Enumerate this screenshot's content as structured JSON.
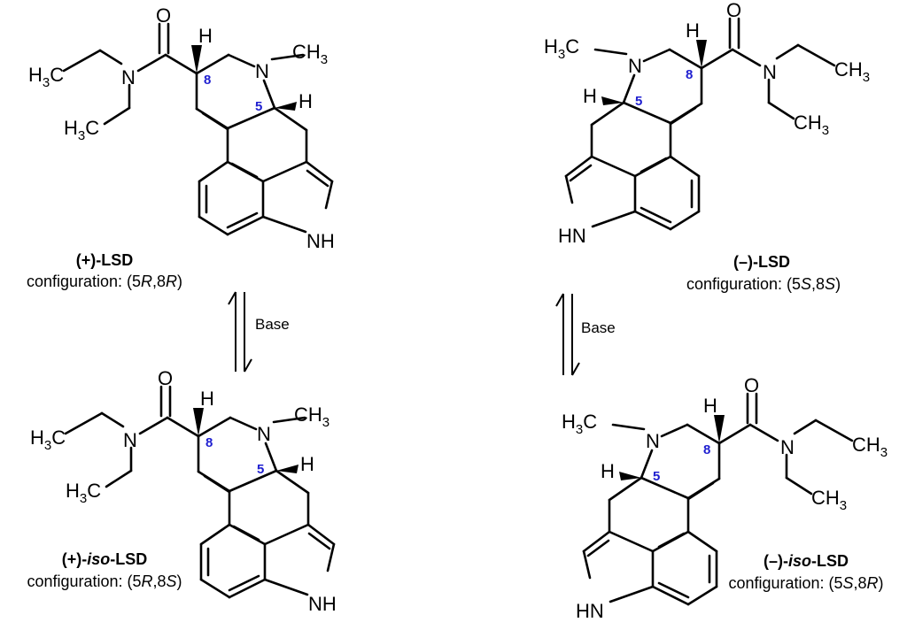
{
  "atoms": {
    "h": "H",
    "n": "N",
    "o": "O",
    "nh": "NH",
    "hn": "HN",
    "h3c_pre": "H",
    "h3c_sub": "3",
    "h3c_post": "C",
    "ch3_pre": "CH",
    "ch3_sub": "3",
    "pos5": "5",
    "pos8": "8"
  },
  "compounds": [
    {
      "name_prefix": "(+)-",
      "name_iso": "",
      "name_suffix": "LSD",
      "config_text": "configuration: (5",
      "config_d1": "R",
      "config_mid": ",8",
      "config_d2": "R",
      "config_end": ")"
    },
    {
      "name_prefix": "(–)-",
      "name_iso": "",
      "name_suffix": "LSD",
      "config_text": "configuration: (5",
      "config_d1": "S",
      "config_mid": ",8",
      "config_d2": "S",
      "config_end": ")"
    },
    {
      "name_prefix": "(+)-",
      "name_iso": "iso",
      "name_suffix": "-LSD",
      "config_text": "configuration: (5",
      "config_d1": "R",
      "config_mid": ",8",
      "config_d2": "S",
      "config_end": ")"
    },
    {
      "name_prefix": "(–)-",
      "name_iso": "iso",
      "name_suffix": "-LSD",
      "config_text": "configuration: (5",
      "config_d1": "S",
      "config_mid": ",8",
      "config_d2": "R",
      "config_end": ")"
    }
  ],
  "equilibria": [
    {
      "label": "Base"
    },
    {
      "label": "Base"
    }
  ]
}
